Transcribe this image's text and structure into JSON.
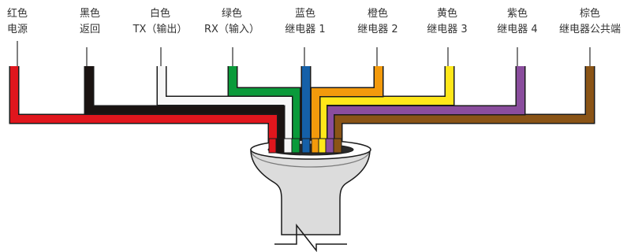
{
  "wires": [
    {
      "id": "red",
      "line1": "红色",
      "line2": "电源",
      "color": "#e0161d"
    },
    {
      "id": "black",
      "line1": "黑色",
      "line2": "返回",
      "color": "#1a1311"
    },
    {
      "id": "white",
      "line1": "白色",
      "line2": "TX（输出）",
      "color": "#f7f7f7"
    },
    {
      "id": "green",
      "line1": "绿色",
      "line2": "RX（输入）",
      "color": "#0a9a3a"
    },
    {
      "id": "blue",
      "line1": "蓝色",
      "line2": "继电器 1",
      "color": "#1560a8"
    },
    {
      "id": "orange",
      "line1": "橙色",
      "line2": "继电器 2",
      "color": "#f39a0c"
    },
    {
      "id": "yellow",
      "line1": "黄色",
      "line2": "继电器 3",
      "color": "#ffe71a"
    },
    {
      "id": "purple",
      "line1": "紫色",
      "line2": "继电器 4",
      "color": "#8a4d9d"
    },
    {
      "id": "brown",
      "line1": "棕色",
      "line2": "继电器公共端",
      "color": "#8a5416"
    }
  ],
  "connector_color": "#dcdcdc"
}
